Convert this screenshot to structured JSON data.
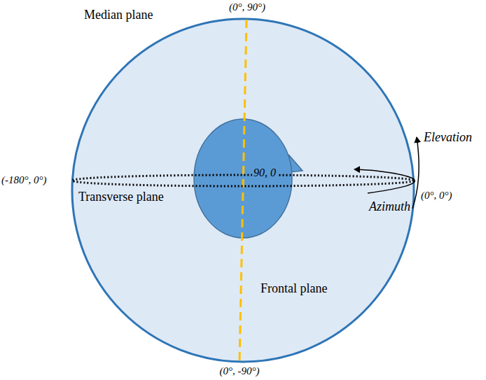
{
  "diagram": {
    "labels": [
      "(0°, 90°)",
      "Median plane",
      "Elevation",
      "(-180°, 0°)",
      "90, 0",
      "(0°, 0°)",
      "Transverse plane",
      "Azimuth",
      "Frontal plane",
      "(0°, -90°)"
    ]
  }
}
